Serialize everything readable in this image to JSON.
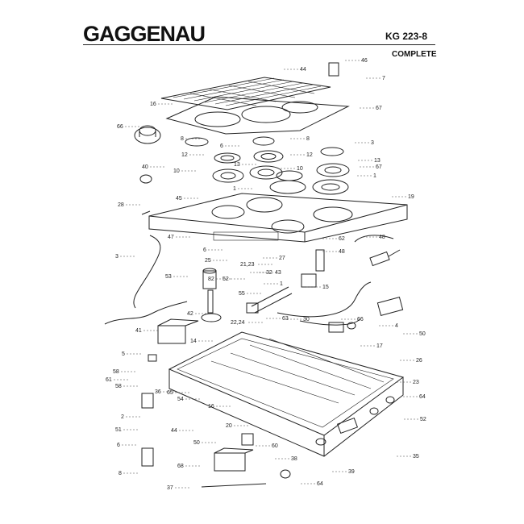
{
  "header": {
    "brand": "GAGGENAU",
    "model": "KG 223-8",
    "variant": "COMPLETE"
  },
  "part_labels": [
    "44",
    "46",
    "7",
    "16",
    "67",
    "66",
    "8",
    "6",
    "8",
    "3",
    "12",
    "13",
    "13",
    "67",
    "40",
    "10",
    "12",
    "10",
    "1",
    "1",
    "45",
    "19",
    "28",
    "47",
    "48",
    "6",
    "62",
    "3",
    "48",
    "25",
    "27",
    "21,23",
    "82",
    "52",
    "53",
    "43",
    "15",
    "32",
    "55",
    "1",
    "42",
    "22,24",
    "14",
    "30",
    "63",
    "66",
    "4",
    "50",
    "41",
    "17",
    "26",
    "5",
    "23",
    "58",
    "61",
    "58",
    "36",
    "65",
    "64",
    "54",
    "16",
    "2",
    "20",
    "52",
    "51",
    "44",
    "50",
    "6",
    "60",
    "68",
    "38",
    "35",
    "39",
    "8",
    "37",
    "64"
  ]
}
